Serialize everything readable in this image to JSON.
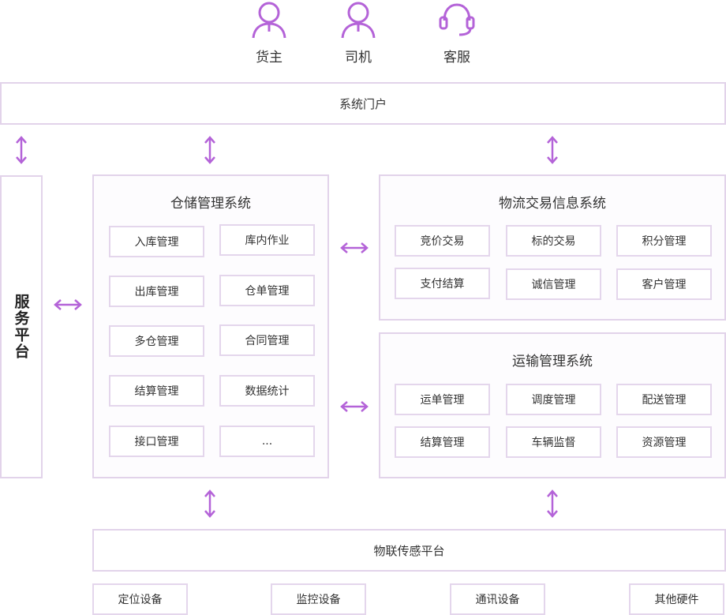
{
  "accent_color": "#b463d8",
  "roles": [
    {
      "label": "货主",
      "icon": "user-icon"
    },
    {
      "label": "司机",
      "icon": "user-icon"
    },
    {
      "label": "客服",
      "icon": "headset-icon"
    }
  ],
  "portal": {
    "label": "系统门户"
  },
  "service_platform": {
    "label": "服务平台"
  },
  "warehouse": {
    "title": "仓储管理系统",
    "items": [
      "入库管理",
      "库内作业",
      "出库管理",
      "仓单管理",
      "多仓管理",
      "合同管理",
      "结算管理",
      "数据统计",
      "接口管理",
      "..."
    ]
  },
  "trade": {
    "title": "物流交易信息系统",
    "items": [
      "竞价交易",
      "标的交易",
      "积分管理",
      "支付结算",
      "诚信管理",
      "客户管理"
    ]
  },
  "transport": {
    "title": "运输管理系统",
    "items": [
      "运单管理",
      "调度管理",
      "配送管理",
      "结算管理",
      "车辆监督",
      "资源管理"
    ]
  },
  "iot_platform": {
    "label": "物联传感平台"
  },
  "devices": [
    "定位设备",
    "监控设备",
    "通讯设备",
    "其他硬件"
  ]
}
